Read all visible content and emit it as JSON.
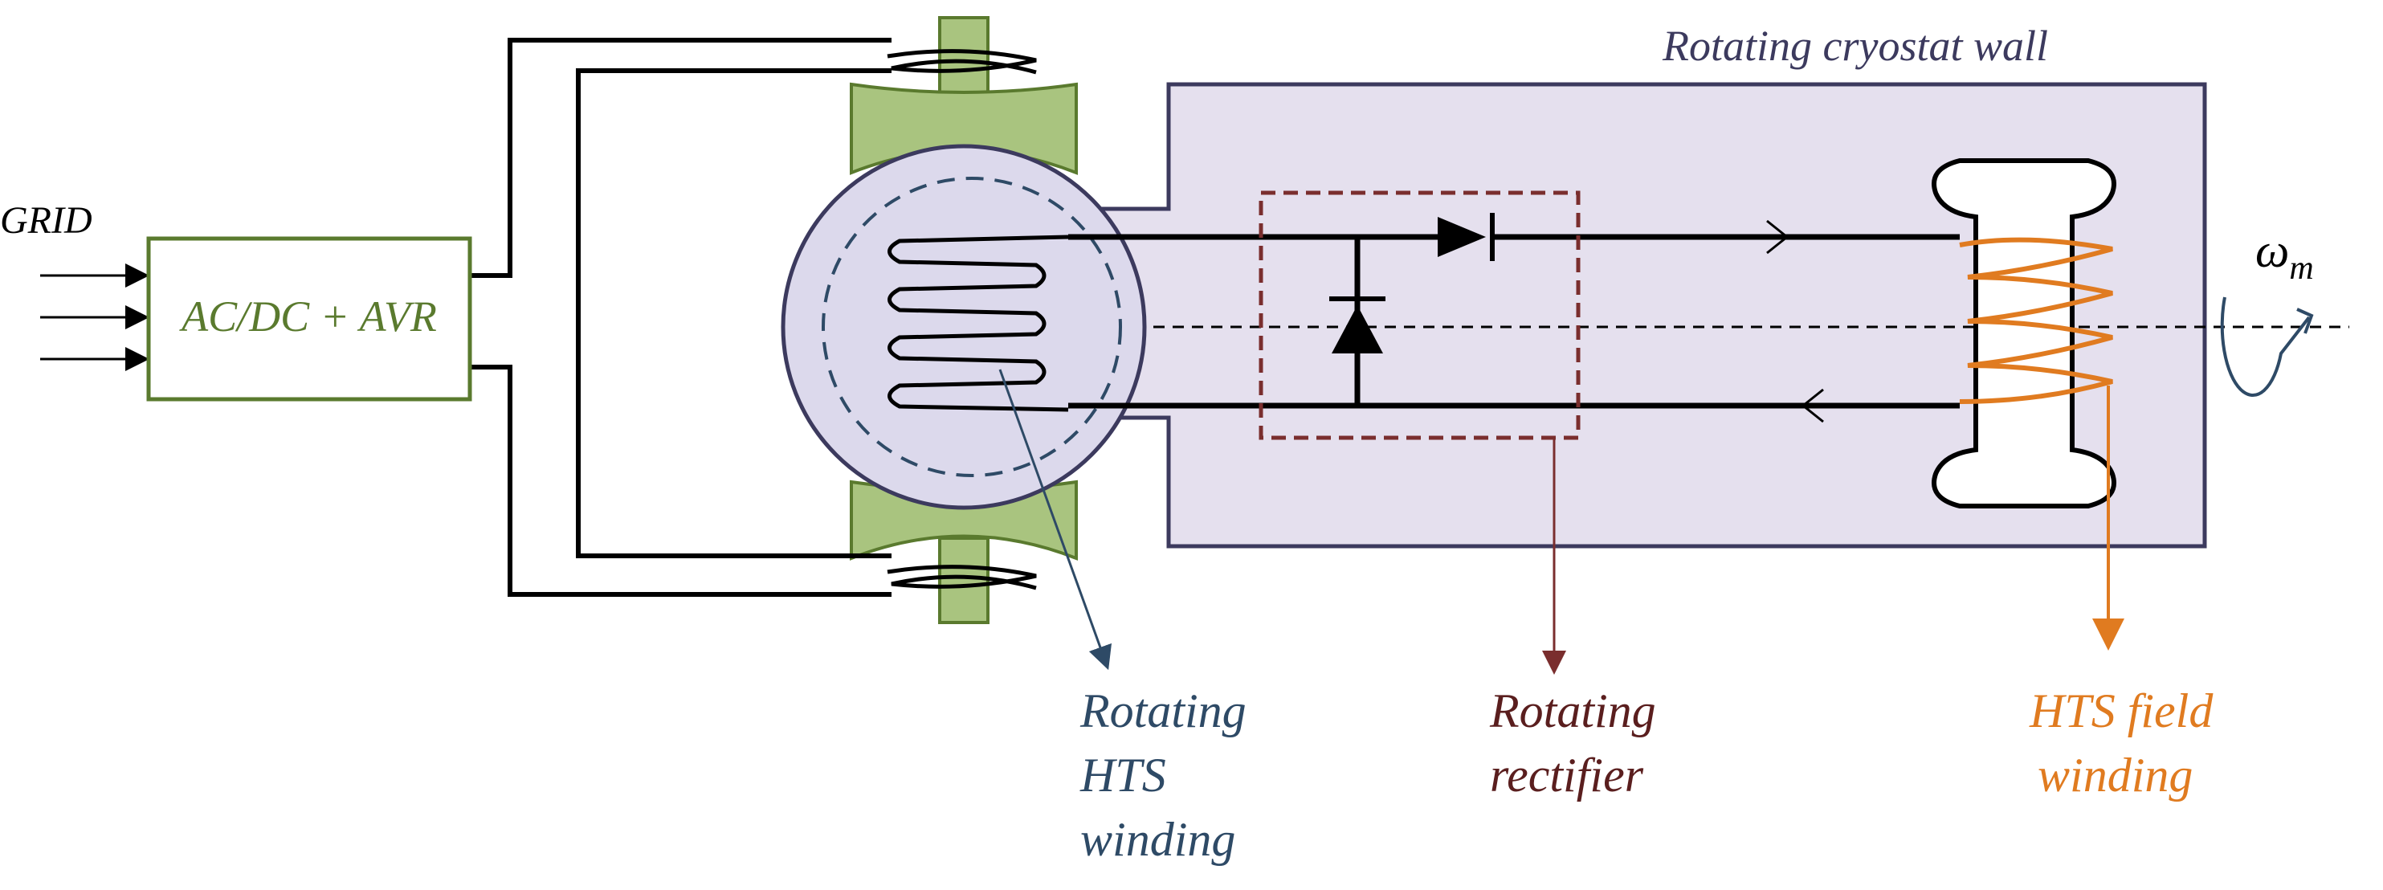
{
  "labels": {
    "grid": "GRID",
    "converter": "AC/DC + AVR",
    "cryostat": "Rotating cryostat wall",
    "omega": "ω",
    "omega_sub": "m",
    "rot_winding": [
      "Rotating",
      "HTS",
      "winding"
    ],
    "rectifier": [
      "Rotating",
      "rectifier"
    ],
    "field_winding": [
      "HTS field",
      "winding"
    ]
  },
  "colors": {
    "wire": "#000000",
    "converter_box": "#5a7a2e",
    "converter_text": "#5a7a2e",
    "cryostat_fill": "#e5e0ee",
    "cryostat_border": "#3c3a5e",
    "cryostat_text": "#3c3a5e",
    "core_green": "#a9c47f",
    "core_green_border": "#5a7a2e",
    "rotor_circle": "#dcd9ec",
    "rotor_dashed": "#2e4a66",
    "rectifier_box": "#7a2e2e",
    "rot_winding_text": "#2e4a66",
    "rectifier_text": "#5a1e1e",
    "field_winding_color": "#e07b20",
    "omega_color": "#2e4a66"
  }
}
